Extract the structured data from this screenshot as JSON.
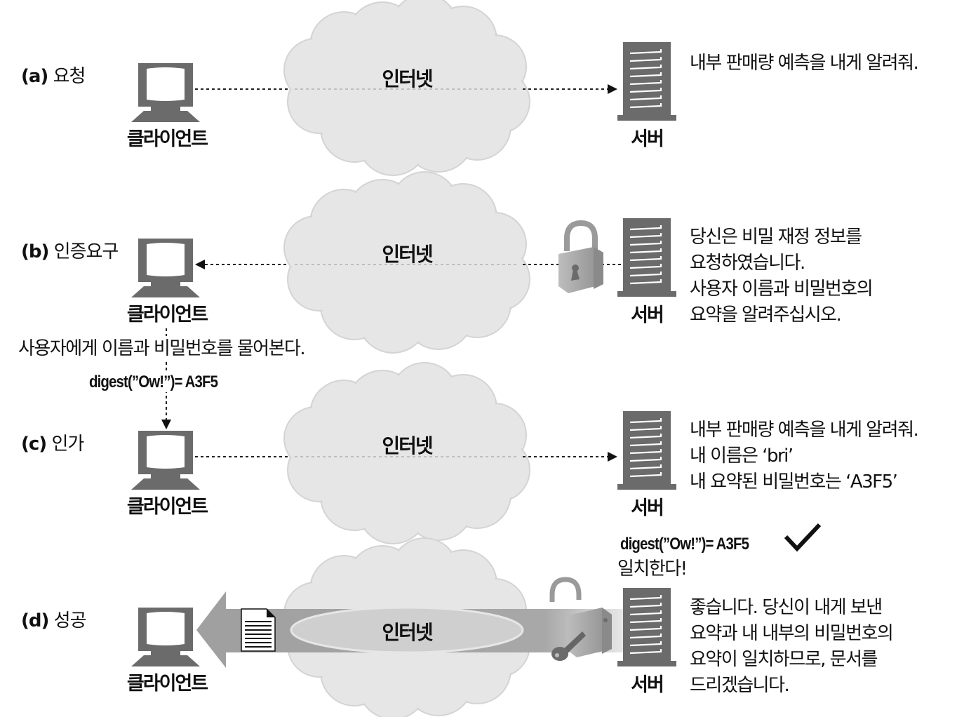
{
  "steps": [
    {
      "id": "a",
      "label_letter": "(a)",
      "label_text": "요청",
      "client_label": "클라이언트",
      "server_label": "서버",
      "cloud_label": "인터넷",
      "direction": "client-to-server",
      "server_message": "내부 판매량 예측을 내게 알려줘."
    },
    {
      "id": "b",
      "label_letter": "(b)",
      "label_text": "인증요구",
      "client_label": "클라이언트",
      "server_label": "서버",
      "cloud_label": "인터넷",
      "direction": "server-to-client",
      "lock_state": "locked",
      "server_message": "당신은 비밀 재정 정보를\n요청하였습니다.\n사용자 이름과 비밀번호의\n요약을 알려주십시오.",
      "client_note": "사용자에게 이름과 비밀번호를 물어본다.",
      "client_digest": "digest(”Ow!”)= A3F5"
    },
    {
      "id": "c",
      "label_letter": "(c)",
      "label_text": "인가",
      "client_label": "클라이언트",
      "server_label": "서버",
      "cloud_label": "인터넷",
      "direction": "client-to-server",
      "server_message": "내부 판매량 예측을 내게 알려줘.\n내 이름은 ‘bri’\n내 요약된 비밀번호는 ‘A3F5’",
      "server_digest": "digest(”Ow!”)= A3F5",
      "server_match": "일치한다!",
      "check_icon": "checkmark-icon"
    },
    {
      "id": "d",
      "label_letter": "(d)",
      "label_text": "성공",
      "client_label": "클라이언트",
      "server_label": "서버",
      "cloud_label": "인터넷",
      "direction": "server-to-client",
      "lock_state": "unlocked",
      "payload_icon": "document-icon",
      "server_message": "좋습니다. 당신이 내게 보낸\n요약과 내 내부의 비밀번호의\n요약이 일치하므로, 문서를\n드리겠습니다."
    }
  ],
  "colors": {
    "device": "#6b6b6b",
    "cloud": "#e6e6e6",
    "cloud_edge": "#d2d2d2",
    "arrow_band": "#a8a8a8",
    "text": "#111111"
  }
}
